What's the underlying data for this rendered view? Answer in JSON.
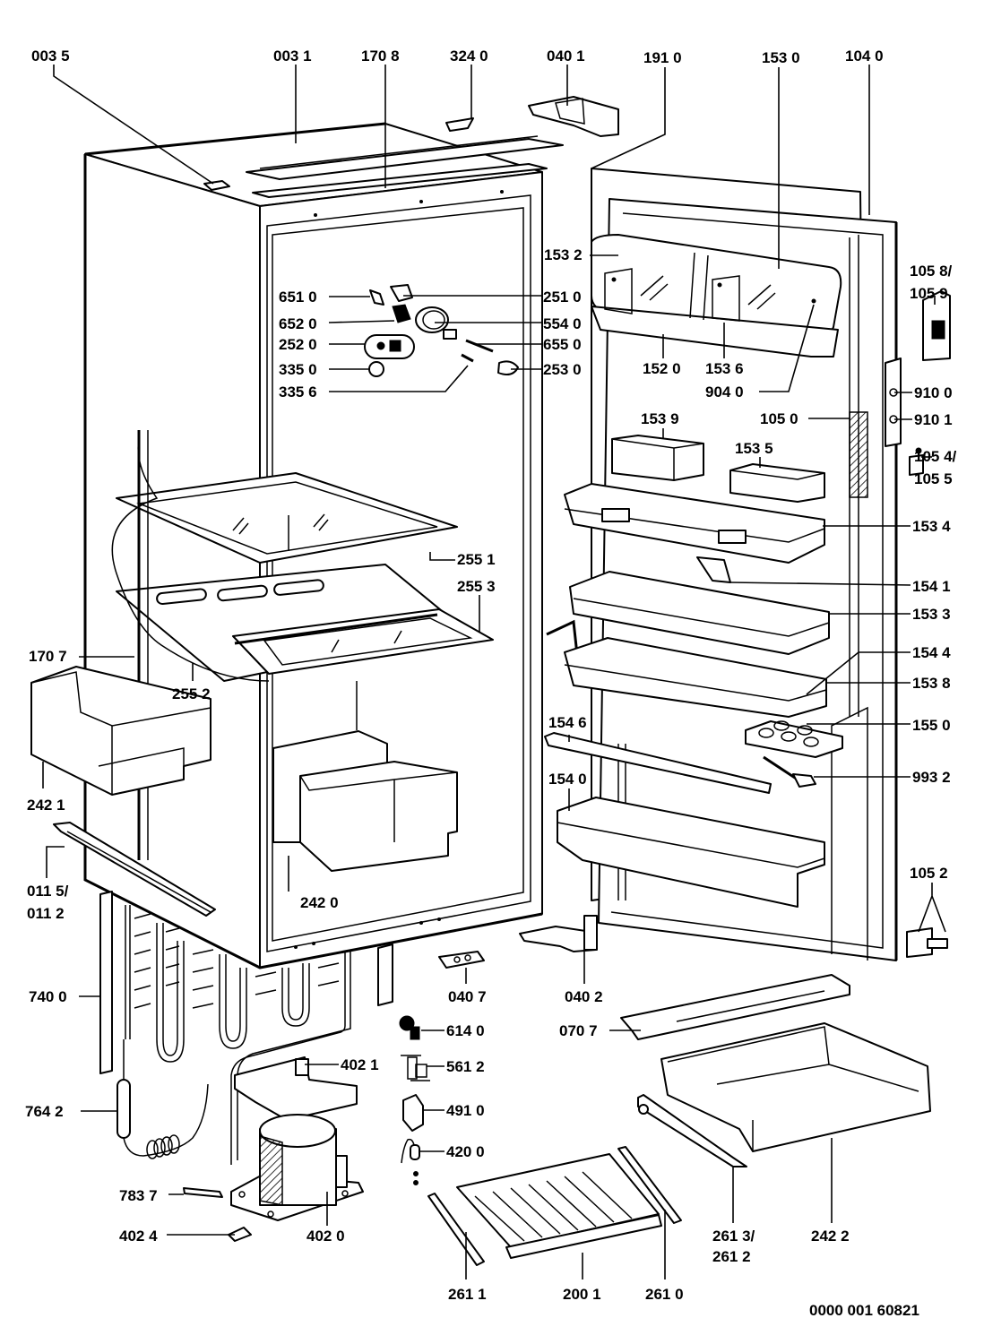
{
  "diagram": {
    "type": "exploded parts diagram",
    "subject": "built-in refrigerator",
    "document_number": "0000 001 60821"
  },
  "labels": [
    {
      "id": "0035",
      "text": "003 5"
    },
    {
      "id": "0031",
      "text": "003 1"
    },
    {
      "id": "1708",
      "text": "170 8"
    },
    {
      "id": "3240",
      "text": "324 0"
    },
    {
      "id": "0401",
      "text": "040 1"
    },
    {
      "id": "1910",
      "text": "191 0"
    },
    {
      "id": "1530",
      "text": "153 0"
    },
    {
      "id": "1040",
      "text": "104 0"
    },
    {
      "id": "1532",
      "text": "153 2"
    },
    {
      "id": "1058",
      "text": "105 8/"
    },
    {
      "id": "1059",
      "text": "105 9"
    },
    {
      "id": "6510",
      "text": "651 0"
    },
    {
      "id": "2510",
      "text": "251 0"
    },
    {
      "id": "6520",
      "text": "652 0"
    },
    {
      "id": "5540",
      "text": "554 0"
    },
    {
      "id": "2520",
      "text": "252 0"
    },
    {
      "id": "6550",
      "text": "655 0"
    },
    {
      "id": "3350",
      "text": "335 0"
    },
    {
      "id": "2530",
      "text": "253 0"
    },
    {
      "id": "3356",
      "text": "335 6"
    },
    {
      "id": "1520",
      "text": "152 0"
    },
    {
      "id": "1536",
      "text": "153 6"
    },
    {
      "id": "9040",
      "text": "904 0"
    },
    {
      "id": "9100",
      "text": "910 0"
    },
    {
      "id": "1539",
      "text": "153 9"
    },
    {
      "id": "1050",
      "text": "105 0"
    },
    {
      "id": "9101",
      "text": "910 1"
    },
    {
      "id": "1535",
      "text": "153 5"
    },
    {
      "id": "1054",
      "text": "105 4/"
    },
    {
      "id": "1055",
      "text": "105 5"
    },
    {
      "id": "1534",
      "text": "153 4"
    },
    {
      "id": "2551",
      "text": "255 1"
    },
    {
      "id": "1541",
      "text": "154 1"
    },
    {
      "id": "2553",
      "text": "255 3"
    },
    {
      "id": "1533",
      "text": "153 3"
    },
    {
      "id": "1707",
      "text": "170 7"
    },
    {
      "id": "2552",
      "text": "255 2"
    },
    {
      "id": "1544",
      "text": "154 4"
    },
    {
      "id": "1538",
      "text": "153 8"
    },
    {
      "id": "1546",
      "text": "154 6"
    },
    {
      "id": "1550",
      "text": "155 0"
    },
    {
      "id": "2421",
      "text": "242 1"
    },
    {
      "id": "1540",
      "text": "154 0"
    },
    {
      "id": "9932",
      "text": "993 2"
    },
    {
      "id": "0115",
      "text": "011 5/"
    },
    {
      "id": "0112",
      "text": "011 2"
    },
    {
      "id": "2420",
      "text": "242 0"
    },
    {
      "id": "1052",
      "text": "105 2"
    },
    {
      "id": "7400",
      "text": "740 0"
    },
    {
      "id": "0407",
      "text": "040 7"
    },
    {
      "id": "0402",
      "text": "040 2"
    },
    {
      "id": "6140",
      "text": "614 0"
    },
    {
      "id": "0707",
      "text": "070 7"
    },
    {
      "id": "4021",
      "text": "402 1"
    },
    {
      "id": "5612",
      "text": "561 2"
    },
    {
      "id": "7642",
      "text": "764 2"
    },
    {
      "id": "4910",
      "text": "491 0"
    },
    {
      "id": "4200",
      "text": "420 0"
    },
    {
      "id": "7837",
      "text": "783 7"
    },
    {
      "id": "4024",
      "text": "402 4"
    },
    {
      "id": "4020",
      "text": "402 0"
    },
    {
      "id": "2613",
      "text": "261 3/"
    },
    {
      "id": "2612",
      "text": "261 2"
    },
    {
      "id": "2422",
      "text": "242 2"
    },
    {
      "id": "2611",
      "text": "261 1"
    },
    {
      "id": "2001",
      "text": "200 1"
    },
    {
      "id": "2610",
      "text": "261 0"
    }
  ]
}
